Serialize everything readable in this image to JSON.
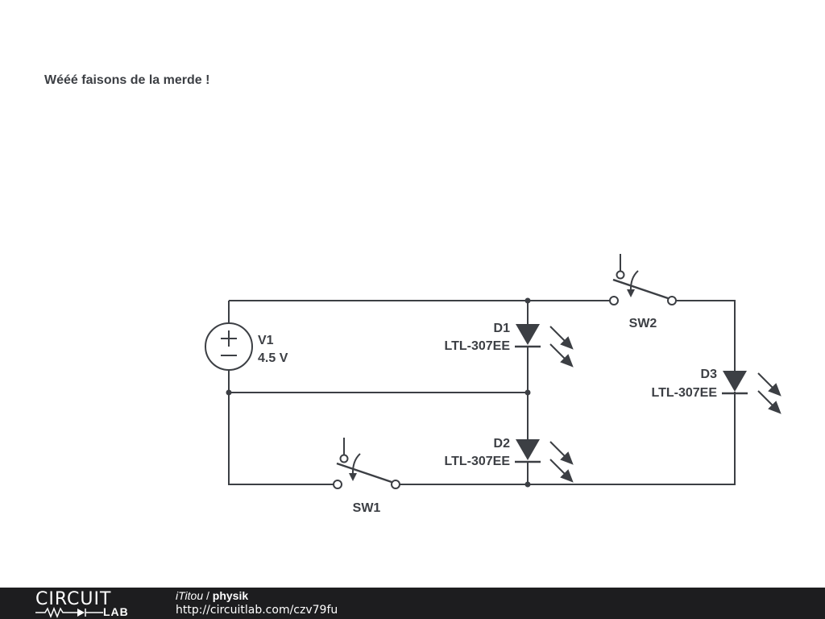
{
  "title": "Wééé faisons de la merde !",
  "components": {
    "v1": {
      "ref": "V1",
      "value": "4.5 V"
    },
    "d1": {
      "ref": "D1",
      "part": "LTL-307EE"
    },
    "d2": {
      "ref": "D2",
      "part": "LTL-307EE"
    },
    "d3": {
      "ref": "D3",
      "part": "LTL-307EE"
    },
    "sw1": {
      "ref": "SW1"
    },
    "sw2": {
      "ref": "SW2"
    }
  },
  "footer": {
    "brand_top": "CIRCUIT",
    "brand_bottom": "LAB",
    "user": "iTitou",
    "separator": " / ",
    "project": "physik",
    "url": "http://circuitlab.com/czv79fu"
  },
  "colors": {
    "ink": "#3c3f44",
    "footer_bg": "#1d1d1f"
  }
}
